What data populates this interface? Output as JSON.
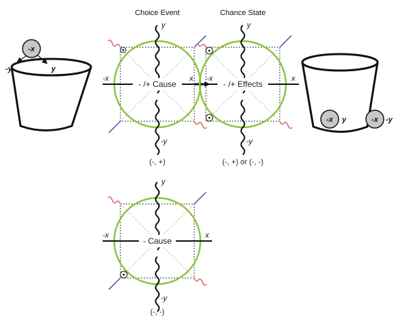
{
  "colors": {
    "circle": "#8dc43f",
    "wavy_red": "#d9534f",
    "diag_blue": "#3b4ea8",
    "ball_fill": "#c8c8c8",
    "ink": "#111111"
  },
  "left_cup": {
    "ball_label": "-x",
    "arrow_left_label": "-y",
    "arrow_right_label": "y"
  },
  "choice_event": {
    "title": "Choice Event",
    "center_label": "- /+ Cause",
    "axis": {
      "x_neg": "-x",
      "x_pos": "x",
      "y_pos": "y",
      "y_neg": "-y"
    },
    "coord": "(-, +)"
  },
  "chance_state": {
    "title": "Chance State",
    "center_label": "- /+ Effects",
    "axis": {
      "x_neg": "-x",
      "x_pos": "x",
      "y_pos": "y",
      "y_neg": "-y"
    },
    "coord": "(-, +) or (-, -)"
  },
  "right_cup": {
    "inside_ball_label": "-x",
    "inside_y_label": "y",
    "outside_ball_label": "-x",
    "outside_y_label": "-y"
  },
  "bottom_cause": {
    "center_label": "- Cause",
    "axis": {
      "x_neg": "-x",
      "x_pos": "x",
      "y_pos": "y",
      "y_neg": "-y"
    },
    "coord": "(-, -)"
  },
  "icons": [
    "arrow-right-icon"
  ]
}
